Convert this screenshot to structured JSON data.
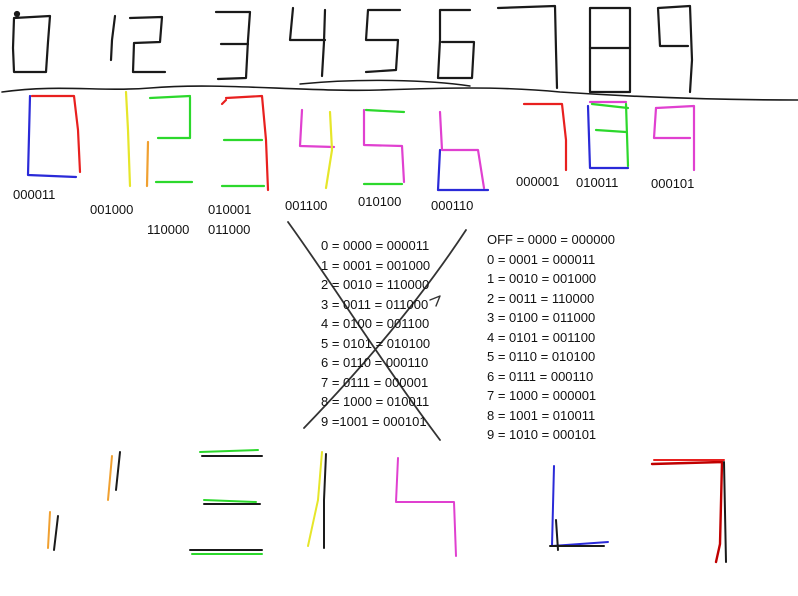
{
  "codes": {
    "c0": "000011",
    "c1": "001000",
    "c2": "110000",
    "c3a": "010001",
    "c3b": "011000",
    "c4": "001100",
    "c5": "010100",
    "c6": "000110",
    "c7": "000001",
    "c8": "010011",
    "c9": "000101"
  },
  "table_left": [
    "0 = 0000 = 000011",
    "1 = 0001 = 001000",
    "2 = 0010 = 110000",
    "3 = 0011 = 011000",
    "4 = 0100 = 001100",
    "5 = 0101 = 010100",
    "6 = 0110 = 000110",
    "7 = 0111 = 000001",
    "8 = 1000 = 010011",
    "9 =1001 = 000101"
  ],
  "table_right": [
    "OFF = 0000 = 000000",
    "0 = 0001 = 000011",
    "1 = 0010 = 001000",
    "2 = 0011 = 110000",
    "3 = 0100 = 011000",
    "4 = 0101 = 001100",
    "5 = 0110 = 010100",
    "6 = 0111 = 000110",
    "7 = 1000 = 000001",
    "8 = 1001 = 010011",
    "9 = 1010 = 000101"
  ],
  "colors": {
    "ink": "#1a1a1a",
    "red": "#e8201f",
    "blue": "#2a2ad8",
    "yellow": "#e6e62a",
    "orange": "#f0a030",
    "green": "#2cd82c",
    "magenta": "#e040d0",
    "darkred": "#c00000"
  }
}
